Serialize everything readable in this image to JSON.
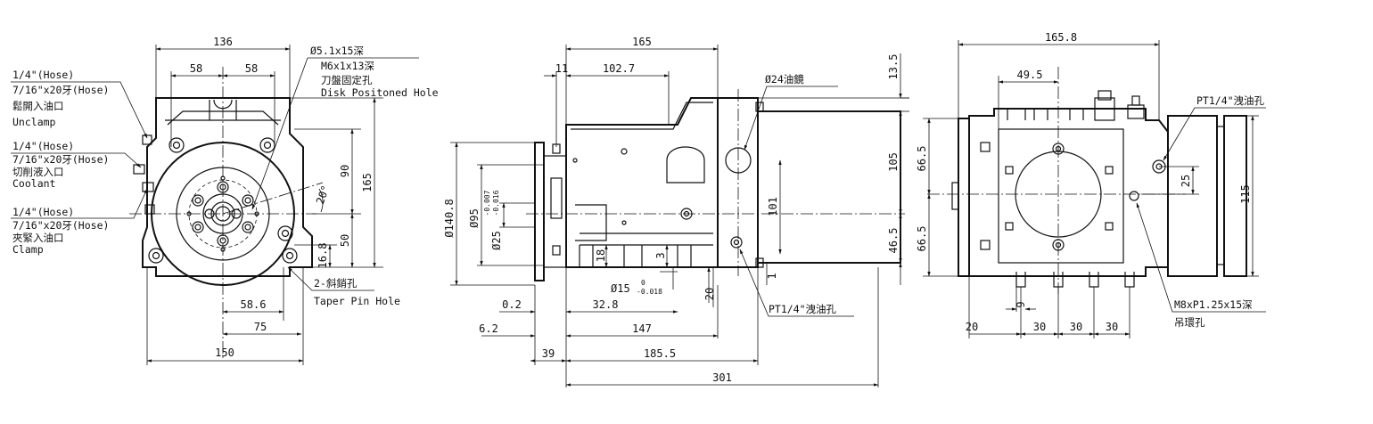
{
  "front_view": {
    "dimensions": {
      "width_top": "136",
      "half_left": "58",
      "half_right": "58",
      "height_total": "165",
      "height_90": "90",
      "height_50": "50",
      "height_16_8": "16.8",
      "angle": "20°",
      "bottom_58_6": "58.6",
      "bottom_75": "75",
      "bottom_150": "150"
    },
    "notes": {
      "disk_hole_1": "Ø5.1x15深",
      "disk_hole_2": "M6x1x13深",
      "disk_hole_3": "刀盤固定孔",
      "disk_hole_4": "Disk Positoned Hole",
      "unclamp_1": "1/4\"(Hose)",
      "unclamp_2": "7/16\"x20牙(Hose)",
      "unclamp_3": "鬆開入油口",
      "unclamp_4": "Unclamp",
      "coolant_1": "1/4\"(Hose)",
      "coolant_2": "7/16\"x20牙(Hose)",
      "coolant_3": "切削液入口",
      "coolant_4": "Coolant",
      "clamp_1": "1/4\"(Hose)",
      "clamp_2": "7/16\"x20牙(Hose)",
      "clamp_3": "夾緊入油口",
      "clamp_4": "Clamp",
      "taper_1": "2-斜銷孔",
      "taper_2": "Taper Pin Hole"
    }
  },
  "side_view": {
    "dimensions": {
      "top_165": "165",
      "top_11": "11",
      "top_102_7": "102.7",
      "right_13_5": "13.5",
      "right_105": "105",
      "right_46_5": "46.5",
      "right_1": "1",
      "mid_101": "101",
      "dia_140_8": "Ø140.8",
      "dia_95": "Ø95",
      "dia_25_base": "Ø25",
      "dia_25_tol_up": "-0.007",
      "dia_25_tol_low": "-0.016",
      "dim_18": "18",
      "dim_3": "3",
      "dia_15_base": "Ø15",
      "dia_15_tol_up": "0",
      "dia_15_tol_low": "-0.018",
      "dim_20": "20",
      "b_0_2": "0.2",
      "b_32_8": "32.8",
      "b_6_2": "6.2",
      "b_147": "147",
      "b_39": "39",
      "b_185_5": "185.5",
      "b_301": "301"
    },
    "notes": {
      "sight_glass": "Ø24油鏡",
      "drain": "PT1/4\"洩油孔"
    }
  },
  "end_view": {
    "dimensions": {
      "top_165_8": "165.8",
      "top_49_5": "49.5",
      "left_66_5_top": "66.5",
      "left_66_5_bot": "66.5",
      "r_25": "25",
      "r_115": "115",
      "b_20": "20",
      "b_30a": "30",
      "b_30b": "30",
      "b_30c": "30",
      "b_9": "9"
    },
    "notes": {
      "drain": "PT1/4\"洩油孔",
      "lift_1": "M8xP1.25x15深",
      "lift_2": "吊環孔"
    }
  }
}
